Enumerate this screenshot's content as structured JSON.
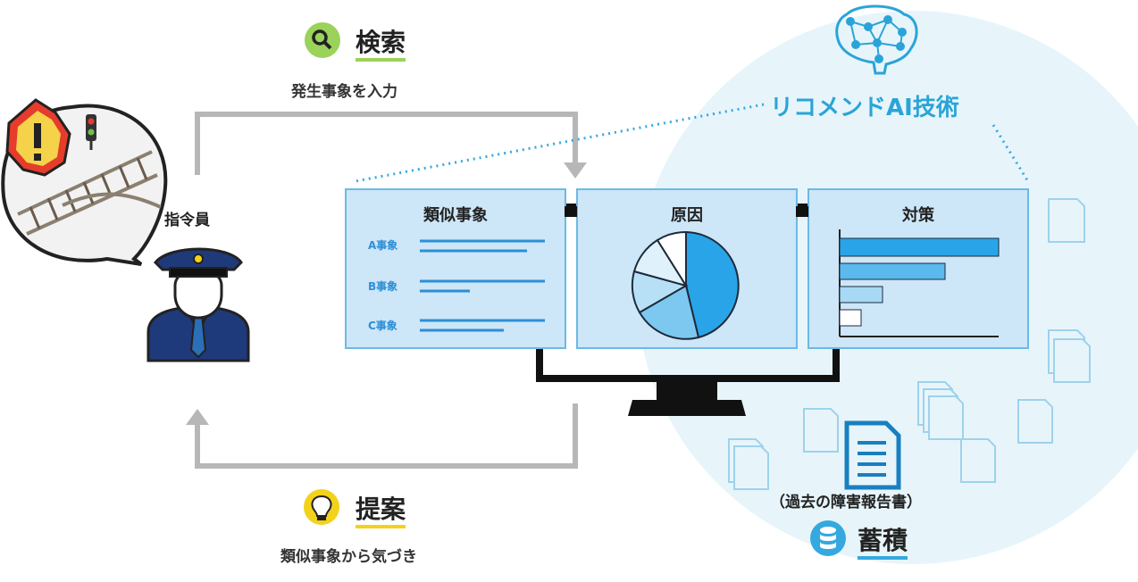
{
  "flow": {
    "search": {
      "title": "検索",
      "subtitle": "発生事象を入力",
      "icon": "search-icon"
    },
    "suggest": {
      "title": "提案",
      "subtitle": "類似事象から気づき",
      "icon": "lightbulb-icon"
    }
  },
  "dispatcher": {
    "label": "指令員",
    "icon": "station-staff-icon"
  },
  "alert": {
    "icons": [
      "warning-icon",
      "signal-light-icon",
      "railway-track-icon"
    ]
  },
  "ai": {
    "title": "リコメンドAI技術",
    "icon": "brain-network-icon"
  },
  "panels": {
    "similar": {
      "title": "類似事象",
      "rows": [
        {
          "label": "A事象"
        },
        {
          "label": "B事象"
        },
        {
          "label": "C事象"
        }
      ]
    },
    "cause": {
      "title": "原因"
    },
    "measure": {
      "title": "対策"
    }
  },
  "storage": {
    "doc_caption": "（過去の障害報告書）",
    "title": "蓄積",
    "icon": "database-icon"
  },
  "colors": {
    "accent_blue": "#35a9df",
    "panel_fill": "#cde6f8",
    "circle_fill": "#e7f5fb",
    "green": "#9bd25a",
    "yellow": "#f3d21a",
    "arrow_gray": "#b7b7b7"
  }
}
